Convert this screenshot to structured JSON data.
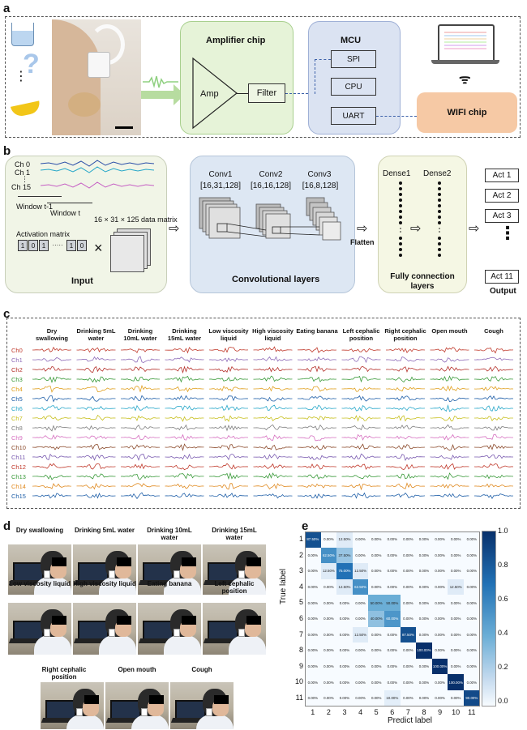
{
  "panel_labels": {
    "a": "a",
    "b": "b",
    "c": "c",
    "d": "d",
    "e": "e"
  },
  "panel_a": {
    "amplifier_title": "Amplifier chip",
    "amp_label": "Amp",
    "filter_label": "Filter",
    "mcu_title": "MCU",
    "mcu_blocks": [
      "SPI",
      "CPU",
      "UART"
    ],
    "wifi_label": "WIFI chip"
  },
  "panel_b": {
    "channels": [
      "Ch 0",
      "Ch 1",
      "Ch 15"
    ],
    "window_prev": "Window t-1",
    "window_cur": "Window t",
    "data_matrix": "16 × 31 × 125 data matrix",
    "activation_matrix": "Activation matrix",
    "activation_cells": [
      "1",
      "0",
      "1",
      "·····",
      "1",
      "0"
    ],
    "times_sign": "×",
    "input_label": "Input",
    "conv_layers": [
      {
        "name": "Conv1",
        "shape": "[16,31,128]"
      },
      {
        "name": "Conv2",
        "shape": "[16,16,128]"
      },
      {
        "name": "Conv3",
        "shape": "[16,8,128]"
      }
    ],
    "conv_title": "Convolutional layers",
    "flatten": "Flatten",
    "dense": [
      "Dense1",
      "Dense2"
    ],
    "fc_title": "Fully connection layers",
    "outputs": [
      "Act 1",
      "Act 2",
      "Act 3",
      "Act 11"
    ],
    "output_label": "Output"
  },
  "panel_c": {
    "columns": [
      "Dry swallowing",
      "Drinking 5mL water",
      "Drinking 10mL water",
      "Drinking 15mL water",
      "Low viscosity liquid",
      "High viscosity liquid",
      "Eating banana",
      "Left cephalic position",
      "Right cephalic position",
      "Open mouth",
      "Cough"
    ],
    "channels": [
      "Ch0",
      "Ch1",
      "Ch2",
      "Ch3",
      "Ch4",
      "Ch5",
      "Ch6",
      "Ch7",
      "Ch8",
      "Ch9",
      "Ch10",
      "Ch11",
      "Ch12",
      "Ch13",
      "Ch14",
      "Ch15"
    ],
    "channel_colors": [
      "#c0392b",
      "#8e6bb8",
      "#b5312b",
      "#3a9a3a",
      "#e0a020",
      "#1f5fa8",
      "#27a7c9",
      "#c8c020",
      "#7f7f7f",
      "#d670c0",
      "#8b4a2b",
      "#7a5bb0",
      "#c0392b",
      "#3a9a3a",
      "#e08a20",
      "#1f5fa8"
    ]
  },
  "panel_d": {
    "titles": [
      "Dry swallowing",
      "Drinking 5mL water",
      "Drinking 10mL water",
      "Drinking 15mL water",
      "Low viscosity liquid",
      "High viscosity liquid",
      "Eating banana",
      "Left cephalic position",
      "Right cephalic position",
      "Open mouth",
      "Cough"
    ]
  },
  "chart_data": {
    "type": "heatmap",
    "xlabel": "Predict label",
    "ylabel": "True label",
    "categories": [
      "1",
      "2",
      "3",
      "4",
      "5",
      "6",
      "7",
      "8",
      "9",
      "10",
      "11"
    ],
    "colorbar_ticks": [
      "1.0",
      "0.8",
      "0.6",
      "0.4",
      "0.2",
      "0.0"
    ],
    "colorbar_range": [
      0,
      1
    ],
    "matrix": [
      [
        87.5,
        0.0,
        12.5,
        0.0,
        0.0,
        0.0,
        0.0,
        0.0,
        0.0,
        0.0,
        0.0
      ],
      [
        0.0,
        62.5,
        37.5,
        0.0,
        0.0,
        0.0,
        0.0,
        0.0,
        0.0,
        0.0,
        0.0
      ],
      [
        0.0,
        12.5,
        75.0,
        12.5,
        0.0,
        0.0,
        0.0,
        0.0,
        0.0,
        0.0,
        0.0
      ],
      [
        0.0,
        0.0,
        12.5,
        62.5,
        0.0,
        0.0,
        0.0,
        0.0,
        0.0,
        12.5,
        0.0
      ],
      [
        0.0,
        0.0,
        0.0,
        0.0,
        50.0,
        50.0,
        0.0,
        0.0,
        0.0,
        0.0,
        0.0
      ],
      [
        0.0,
        0.0,
        0.0,
        0.0,
        40.0,
        60.0,
        0.0,
        0.0,
        0.0,
        0.0,
        0.0
      ],
      [
        0.0,
        0.0,
        0.0,
        12.5,
        0.0,
        0.0,
        87.5,
        0.0,
        0.0,
        0.0,
        0.0
      ],
      [
        0.0,
        0.0,
        0.0,
        0.0,
        0.0,
        0.0,
        0.0,
        100.0,
        0.0,
        0.0,
        0.0
      ],
      [
        0.0,
        0.0,
        0.0,
        0.0,
        0.0,
        0.0,
        0.0,
        0.0,
        100.0,
        0.0,
        0.0
      ],
      [
        0.0,
        0.0,
        0.0,
        0.0,
        0.0,
        0.0,
        0.0,
        0.0,
        0.0,
        100.0,
        0.0
      ],
      [
        0.0,
        0.0,
        0.0,
        0.0,
        0.0,
        10.0,
        0.0,
        0.0,
        0.0,
        0.0,
        90.0
      ]
    ]
  }
}
